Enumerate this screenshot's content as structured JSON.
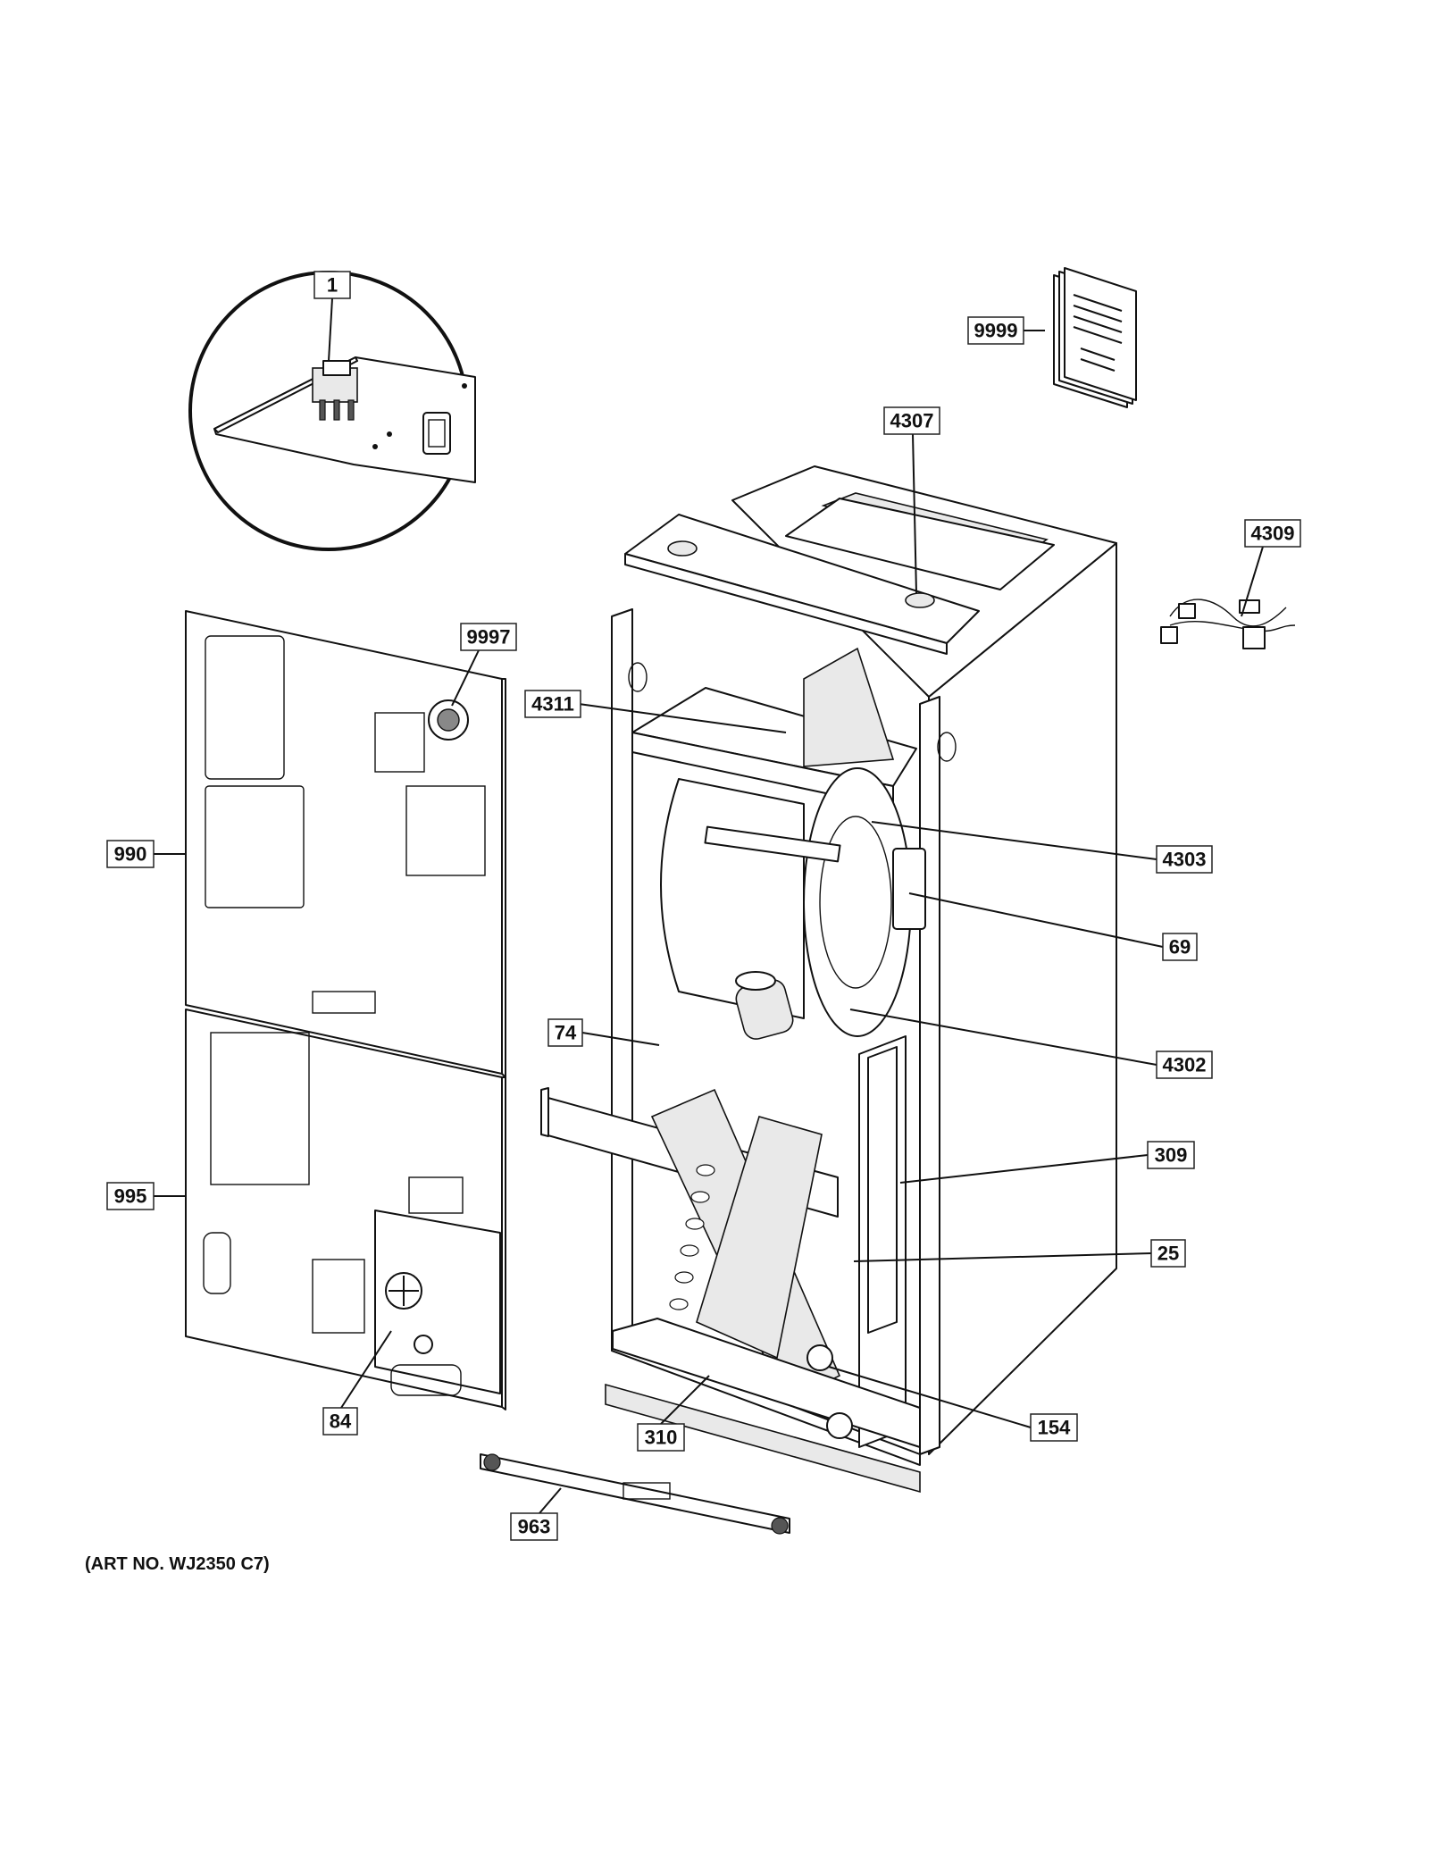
{
  "diagram": {
    "art_number": "(ART NO. WJ2350 C7)",
    "callouts": [
      {
        "id": "1",
        "label": "1"
      },
      {
        "id": "9999",
        "label": "9999"
      },
      {
        "id": "4307",
        "label": "4307"
      },
      {
        "id": "4309",
        "label": "4309"
      },
      {
        "id": "9997",
        "label": "9997"
      },
      {
        "id": "4311",
        "label": "4311"
      },
      {
        "id": "990",
        "label": "990"
      },
      {
        "id": "4303",
        "label": "4303"
      },
      {
        "id": "74",
        "label": "74"
      },
      {
        "id": "69",
        "label": "69"
      },
      {
        "id": "4302",
        "label": "4302"
      },
      {
        "id": "309",
        "label": "309"
      },
      {
        "id": "995",
        "label": "995"
      },
      {
        "id": "25",
        "label": "25"
      },
      {
        "id": "84",
        "label": "84"
      },
      {
        "id": "154",
        "label": "154"
      },
      {
        "id": "310",
        "label": "310"
      },
      {
        "id": "963",
        "label": "963"
      }
    ]
  }
}
